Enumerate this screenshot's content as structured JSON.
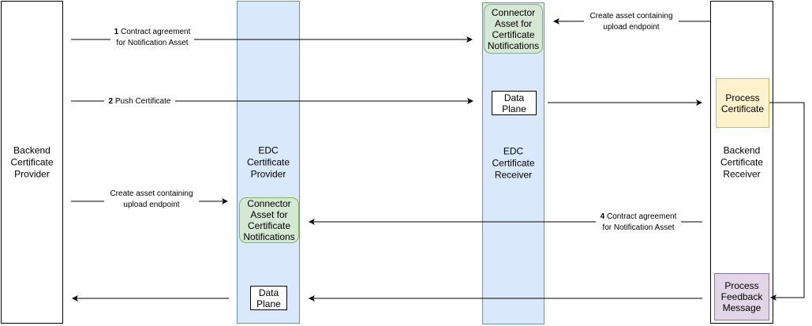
{
  "lanes": {
    "backend_provider": "Backend\nCertificate\nProvider",
    "edc_provider": "EDC\nCertificate\nProvider",
    "edc_receiver": "EDC\nCertificate\nReceiver",
    "backend_receiver": "Backend\nCertificate\nReceiver"
  },
  "boxes": {
    "receiver_connector_asset": "Connector\nAsset for\nCertificate\nNotifications",
    "receiver_data_plane": "Data\nPlane",
    "process_certificate": "Process\nCertificate",
    "provider_connector_asset": "Connector\nAsset for\nCertificate\nNotifications",
    "provider_data_plane": "Data\nPlane",
    "process_feedback": "Process\nFeedback\nMessage"
  },
  "edge_labels": {
    "contract_1_num": "1",
    "contract_1_text": " Contract agreement\nfor Notification Asset",
    "create_asset_receiver": "Create asset containing\nupload endpoint",
    "push_2_num": "2",
    "push_2_text": " Push Certificate",
    "create_asset_provider": "Create asset containing\nupload endpoint",
    "contract_4_num": "4",
    "contract_4_text": " Contract agreement\nfor Notification Asset"
  },
  "colors": {
    "lane_blue_fill": "#dae8fc",
    "lane_blue_stroke": "#6c8ebf",
    "green_fill": "#d5e8d4",
    "green_stroke": "#82b366",
    "yellow_fill": "#fff2cc",
    "yellow_stroke": "#d6b656",
    "purple_fill": "#e1d5e7",
    "purple_stroke": "#9673a6"
  }
}
